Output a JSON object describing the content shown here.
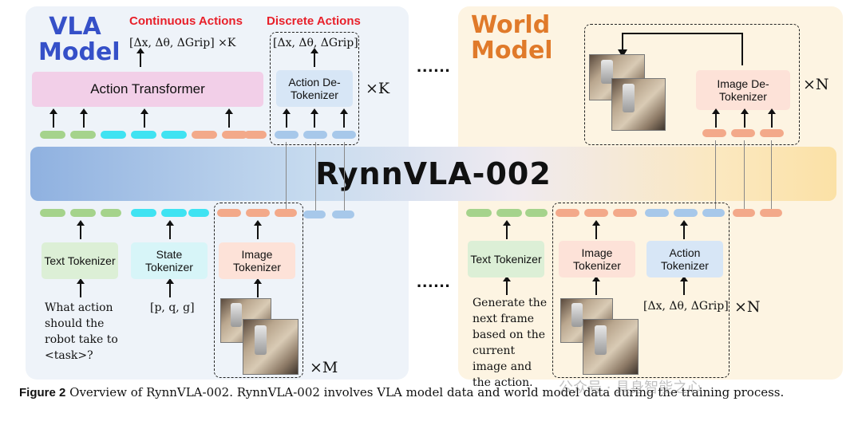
{
  "vla": {
    "title_line1": "VLA",
    "title_line2": "Model",
    "continuous_label": "Continuous Actions",
    "continuous_math": "[Δx, Δθ, ΔGrip] ×K",
    "discrete_label": "Discrete Actions",
    "discrete_math": "[Δx, Δθ, ΔGrip]",
    "action_transformer": "Action Transformer",
    "action_detokenizer": "Action De-Tokenizer",
    "times_k": "×K",
    "text_tokenizer": "Text Tokenizer",
    "state_tokenizer": "State Tokenizer",
    "image_tokenizer": "Image Tokenizer",
    "prompt": "What action should the robot take to <task>?",
    "state_input": "[p, q, g]",
    "times_m": "×M"
  },
  "world": {
    "title_line1": "World",
    "title_line2": "Model",
    "image_detokenizer": "Image De-Tokenizer",
    "times_n_top": "×N",
    "text_tokenizer": "Text Tokenizer",
    "image_tokenizer": "Image Tokenizer",
    "action_tokenizer": "Action Tokenizer",
    "prompt": "Generate the next frame based on the current image and the action.",
    "action_input": "[Δx, Δθ, ΔGrip]",
    "times_n_bottom": "×N"
  },
  "center_banner": "RynnVLA-002",
  "ellipsis_top": "......",
  "ellipsis_bottom": "......",
  "caption_label": "Figure 2",
  "caption_text": "Overview of RynnVLA-002. RynnVLA-002 involves VLA model data and world model data during the training process.",
  "watermark": "公众号 · 具身智能之心",
  "colors": {
    "vla_bg": "#eef3f9",
    "world_bg": "#fdf4e2",
    "vla_title": "#3550c8",
    "world_title": "#e07a2a",
    "green_token": "#a5d38c",
    "cyan_token": "#3fe3f2",
    "orange_token": "#f3a98a",
    "blue_token": "#a7c8ea",
    "pink_box": "#f2cfe8",
    "light_blue_box": "#d7e6f6",
    "green_box": "#dcefd6",
    "peach_box": "#fde2d8"
  }
}
